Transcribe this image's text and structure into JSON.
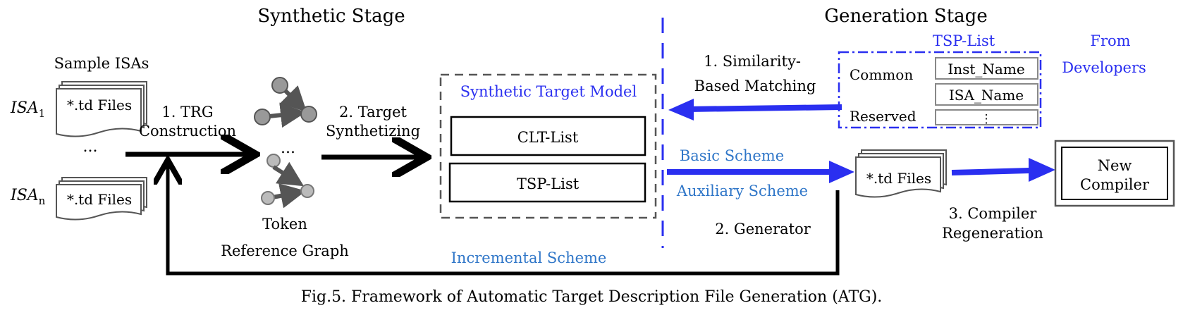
{
  "stages": {
    "synthetic": "Synthetic Stage",
    "generation": "Generation Stage"
  },
  "sample_isas": {
    "title": "Sample ISAs",
    "isa1": "ISA",
    "isa1_sub": "1",
    "isan": "ISA",
    "isan_sub": "n",
    "td_files": "*.td Files",
    "dots": "..."
  },
  "steps": {
    "trg_line1": "1. TRG",
    "trg_line2": "Construction",
    "target_line1": "2. Target",
    "target_line2": "Synthetizing",
    "similarity_line1": "1. Similarity-",
    "similarity_line2": "Based Matching",
    "generator": "2. Generator",
    "regen_line1": "3. Compiler",
    "regen_line2": "Regeneration"
  },
  "graph": {
    "dots": "...",
    "label_line1": "Token",
    "label_line2": "Reference Graph"
  },
  "model": {
    "title": "Synthetic Target Model",
    "clt": "CLT-List",
    "tsp": "TSP-List"
  },
  "schemes": {
    "basic": "Basic Scheme",
    "auxiliary": "Auxiliary Scheme",
    "incremental": "Incremental Scheme"
  },
  "tsp_list": {
    "title": "TSP-List",
    "common": "Common",
    "reserved": "Reserved",
    "inst_name": "Inst_Name",
    "isa_name": "ISA_Name",
    "vdots": "⋮"
  },
  "developers": {
    "line1": "From",
    "line2": "Developers"
  },
  "output": {
    "td_files": "*.td Files",
    "compiler_line1": "New",
    "compiler_line2": "Compiler"
  },
  "caption": "Fig.5.  Framework of Automatic Target Description File Generation (ATG).",
  "colors": {
    "black": "#000000",
    "gray": "#555555",
    "blue": "#2a2ff0",
    "teal_blue": "#2f76c8",
    "dashed_box": "#555555",
    "node_fill": "#999999"
  }
}
